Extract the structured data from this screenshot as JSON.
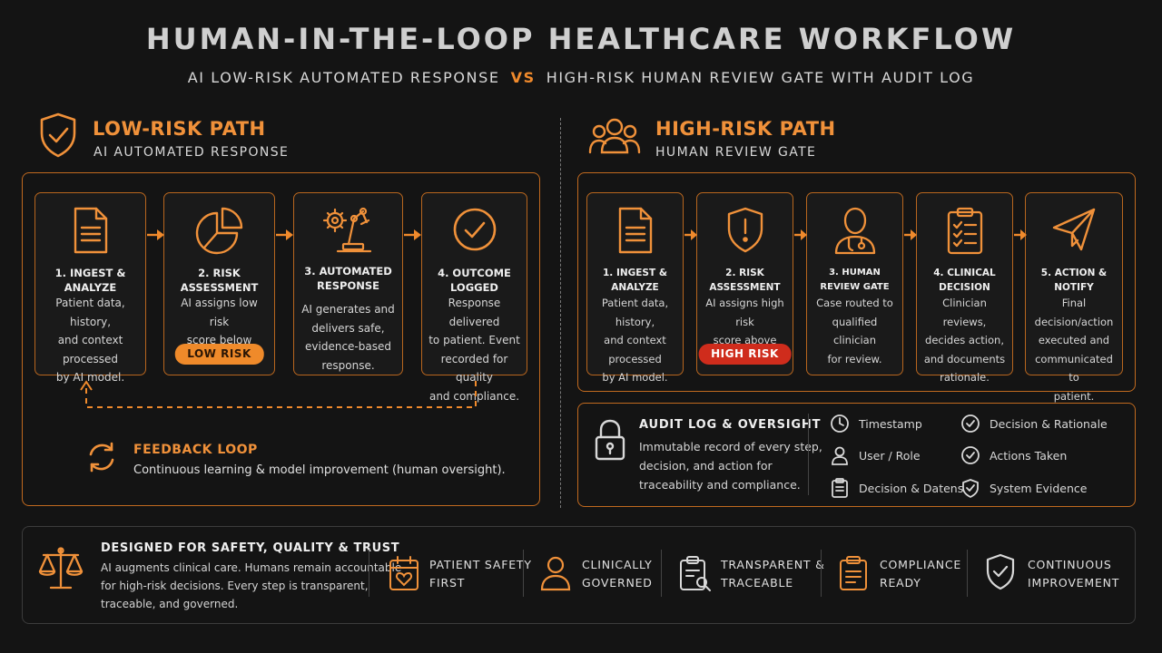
{
  "header": {
    "title": "HUMAN-IN-THE-LOOP HEALTHCARE WORKFLOW",
    "subtitle_left": "AI LOW-RISK AUTOMATED RESPONSE",
    "subtitle_vs": "VS",
    "subtitle_right": "HIGH-RISK HUMAN REVIEW GATE WITH AUDIT LOG"
  },
  "low_risk": {
    "icon": "shield-check-icon",
    "title": "LOW-RISK PATH",
    "subtitle": "AI AUTOMATED RESPONSE",
    "steps": [
      {
        "icon": "document-icon",
        "label": "1. INGEST & ANALYZE",
        "desc": [
          "Patient data, history,",
          "and context processed",
          "by AI model."
        ]
      },
      {
        "icon": "pie-chart-icon",
        "label": "2. RISK ASSESSMENT",
        "desc": [
          "AI assigns low risk",
          "score below threshold."
        ],
        "badge": "LOW RISK"
      },
      {
        "icon": "robot-arm-icon",
        "label": "3. AUTOMATED RESPONSE",
        "desc": [
          "AI generates and",
          "delivers safe,",
          "evidence-based",
          "response."
        ]
      },
      {
        "icon": "check-circle-icon",
        "label": "4. OUTCOME LOGGED",
        "desc": [
          "Response delivered",
          "to patient. Event",
          "recorded for quality",
          "and compliance."
        ]
      }
    ],
    "feedback": {
      "icon": "refresh-icon",
      "title": "FEEDBACK LOOP",
      "desc": "Continuous learning & model improvement (human oversight)."
    }
  },
  "high_risk": {
    "icon": "users-icon",
    "title": "HIGH-RISK PATH",
    "subtitle": "HUMAN REVIEW GATE",
    "steps": [
      {
        "icon": "document-icon",
        "label": "1. INGEST & ANALYZE",
        "desc": [
          "Patient data, history,",
          "and context processed",
          "by AI model."
        ]
      },
      {
        "icon": "shield-alert-icon",
        "label": "2. RISK ASSESSMENT",
        "desc": [
          "AI assigns high risk",
          "score above threshold."
        ],
        "badge": "HIGH RISK"
      },
      {
        "icon": "clinician-icon",
        "label": "3. HUMAN REVIEW GATE",
        "desc": [
          "Case routed to",
          "qualified clinician",
          "for review."
        ]
      },
      {
        "icon": "clipboard-icon",
        "label": "4. CLINICAL DECISION",
        "desc": [
          "Clinician reviews,",
          "decides action,",
          "and documents",
          "rationale."
        ]
      },
      {
        "icon": "paper-plane-icon",
        "label": "5. ACTION & NOTIFY",
        "desc": [
          "Final decision/action",
          "executed and",
          "communicated to",
          "patient."
        ]
      }
    ]
  },
  "audit": {
    "icon": "lock-icon",
    "title": "AUDIT LOG & OVERSIGHT",
    "desc": [
      "Immutable record of every step,",
      "decision, and action for",
      "traceability and compliance."
    ],
    "items_left": [
      {
        "icon": "clock-icon",
        "label": "Timestamp"
      },
      {
        "icon": "user-icon",
        "label": "User / Role"
      },
      {
        "icon": "clipboard-icon",
        "label": "Decision & Datens"
      }
    ],
    "items_right": [
      {
        "icon": "check-circle-icon",
        "label": "Decision & Rationale"
      },
      {
        "icon": "check-circle-icon",
        "label": "Actions Taken"
      },
      {
        "icon": "shield-check-icon",
        "label": "System Evidence"
      }
    ]
  },
  "footer": {
    "icon": "scales-icon",
    "title": "DESIGNED FOR SAFETY, QUALITY & TRUST",
    "desc": [
      "AI augments clinical care. Humans remain accountable",
      "for high-risk decisions. Every step is transparent,",
      "traceable, and governed."
    ],
    "features": [
      {
        "icon": "calendar-heart-icon",
        "line1": "PATIENT SAFETY",
        "line2": "FIRST"
      },
      {
        "icon": "person-icon",
        "line1": "CLINICALLY",
        "line2": "GOVERNED"
      },
      {
        "icon": "clipboard-search-icon",
        "line1": "TRANSPARENT &",
        "line2": "TRACEABLE"
      },
      {
        "icon": "checklist-icon",
        "line1": "COMPLIANCE",
        "line2": "READY"
      },
      {
        "icon": "shield-check-icon",
        "line1": "CONTINUOUS",
        "line2": "IMPROVEMENT"
      }
    ]
  },
  "colors": {
    "accent": "#f08a2c",
    "high_risk": "#cf2c1c",
    "background": "#141414"
  }
}
